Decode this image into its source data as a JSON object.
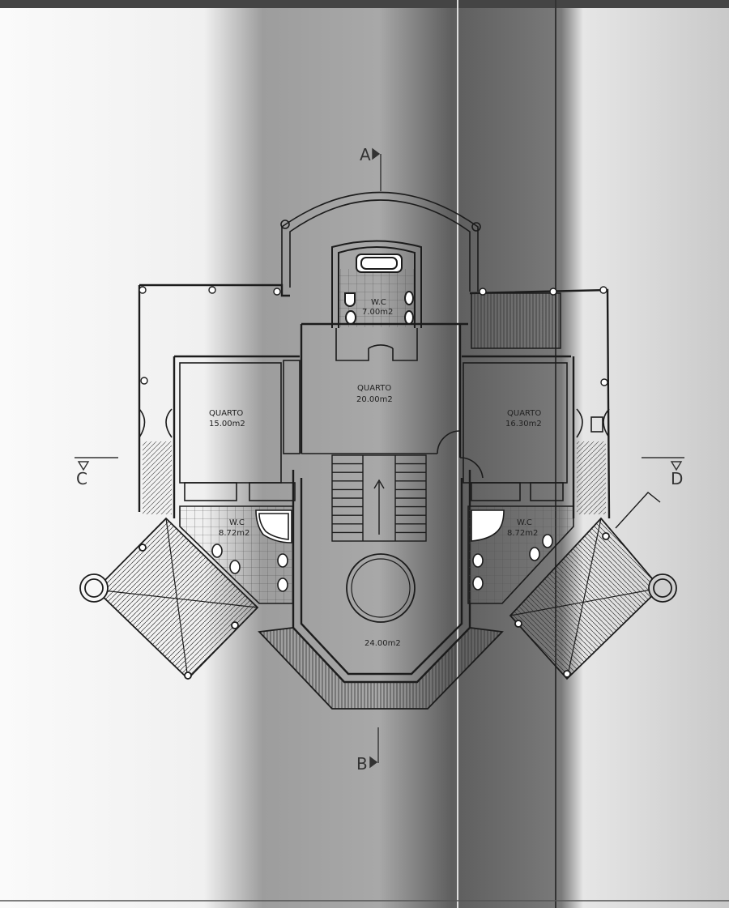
{
  "sections": {
    "a": "A",
    "b": "B",
    "c": "C",
    "d": "D"
  },
  "rooms": {
    "wc_top": {
      "name": "W.C",
      "area": "7.00m2"
    },
    "quarto_center": {
      "name": "QUARTO",
      "area": "20.00m2"
    },
    "quarto_left": {
      "name": "QUARTO",
      "area": "15.00m2"
    },
    "quarto_right": {
      "name": "QUARTO",
      "area": "16.30m2"
    },
    "wc_left": {
      "name": "W.C",
      "area": "8.72m2"
    },
    "wc_right": {
      "name": "W.C",
      "area": "8.72m2"
    },
    "hall": {
      "area": "24.00m2"
    }
  },
  "colors": {
    "paper": "#f2f2f2",
    "ink": "#1c1c1c",
    "shadow": "#6a6a6a"
  }
}
